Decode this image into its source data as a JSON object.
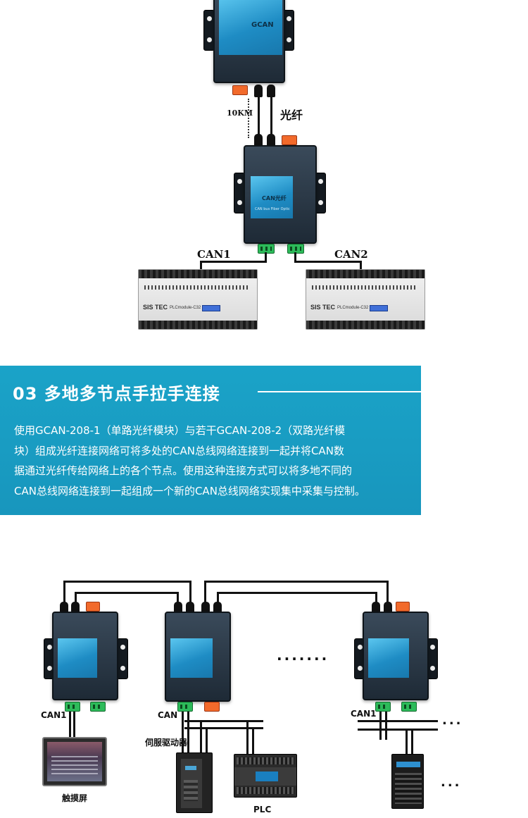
{
  "top_diagram": {
    "distance_label": "10KM",
    "fiber_label": "光纤",
    "can1_label": "CAN1",
    "can2_label": "CAN2",
    "device_upper": {
      "brand": "GCAN"
    },
    "device_lower": {
      "brand": "CAN光纤",
      "model": "CAN bus Fiber Optic"
    },
    "plc_modules": [
      {
        "brand": "SIS TEC",
        "model": "PLCmodule-C32"
      },
      {
        "brand": "SIS TEC",
        "model": "PLCmodule-C32"
      }
    ]
  },
  "banner": {
    "title": "03 多地多节点手拉手连接",
    "body_lines": [
      "使用GCAN-208-1（单路光纤模块）与若干GCAN-208-2（双路光纤模",
      "块）组成光纤连接网络可将多处的CAN总线网络连接到一起并将CAN数",
      "据通过光纤传给网络上的各个节点。使用这种连接方式可以将多地不同的",
      "CAN总线网络连接到一起组成一个新的CAN总线网络实现集中采集与控制。"
    ],
    "colors": {
      "background": "#1aa3c8",
      "text": "#ffffff"
    }
  },
  "bottom_diagram": {
    "can1_left": "CAN1",
    "can_middle": "CAN",
    "can1_right": "CAN1",
    "servo_label": "伺服驱动器",
    "touch_label": "触摸屏",
    "plc_label": "PLC",
    "ellipsis_middle": ".......",
    "ellipsis_right_upper": "...",
    "ellipsis_right_lower": "..."
  }
}
